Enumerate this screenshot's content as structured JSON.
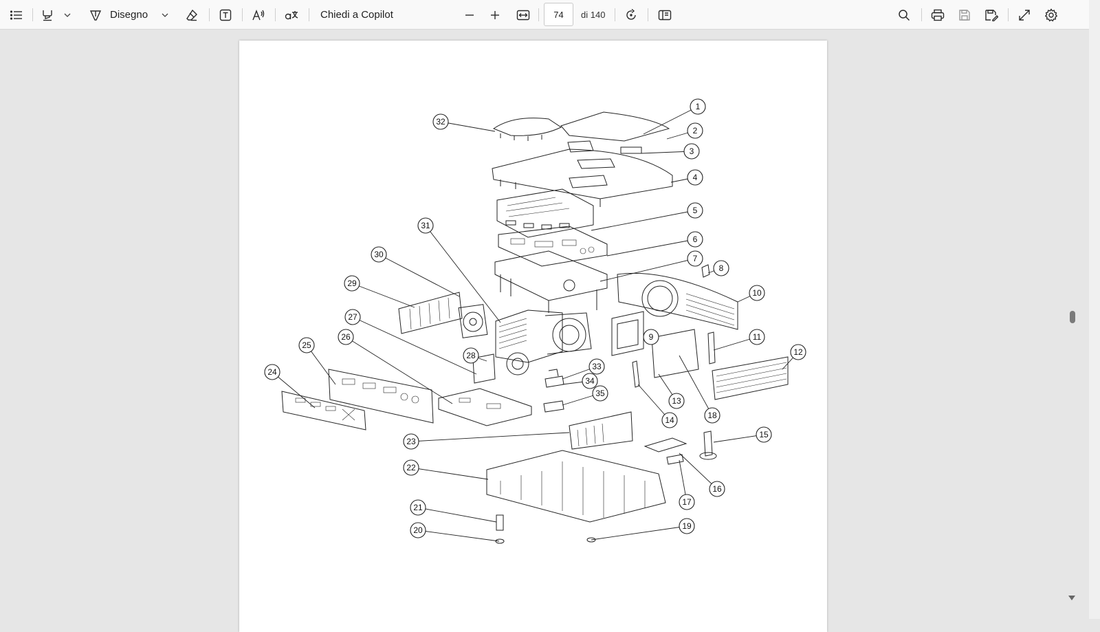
{
  "toolbar": {
    "draw_label": "Disegno",
    "copilot_label": "Chiedi a Copilot",
    "page_current": "74",
    "page_total": "di 140"
  },
  "diagram": {
    "callouts": [
      "1",
      "2",
      "3",
      "4",
      "5",
      "6",
      "7",
      "8",
      "9",
      "10",
      "11",
      "12",
      "13",
      "14",
      "15",
      "16",
      "17",
      "18",
      "19",
      "20",
      "21",
      "22",
      "23",
      "24",
      "25",
      "26",
      "27",
      "28",
      "29",
      "30",
      "31",
      "32",
      "33",
      "34",
      "35"
    ]
  }
}
